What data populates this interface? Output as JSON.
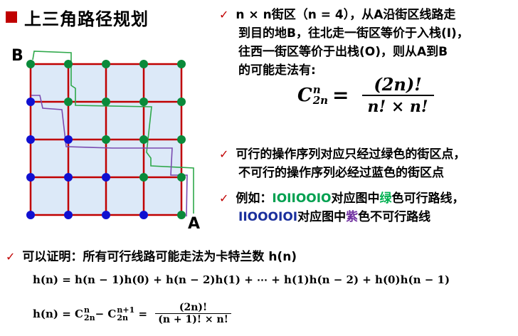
{
  "header": {
    "title": "上三角路径规划"
  },
  "diagram": {
    "label_b": "B",
    "label_a": "A",
    "colors": {
      "grid_fill": "#dce9f8",
      "grid_line": "#c00000",
      "green": "#0a8a3a",
      "blue": "#1010d0",
      "green_path": "#2ea84a",
      "purple_path": "#7a4ab0"
    }
  },
  "text": {
    "b1_l1": "n × n街区（n = 4），从A沿街区线路走",
    "b1_l2": "到目的地B，往北走一街区等价于入栈(I)，",
    "b1_l3": "往西一街区等价于出栈(O)，则从A到B",
    "b1_l4": "的可能走法有:",
    "b2_l1": "可行的操作序列对应只经过绿色的街区点，",
    "b2_l2": "不可行的操作序列必经过蓝色的街区点",
    "b3_prefix": "例如：",
    "b3_seq1": "IOIIOOIO",
    "b3_mid1": "对应图中",
    "b3_green_word": "绿",
    "b3_rest1": "色可行路线，",
    "b3_seq2": "IIOOOIOI",
    "b3_mid2": "对应图中",
    "b3_purple_word": "紫",
    "b3_rest2": "色不可行路线",
    "b4": "可以证明：所有可行线路可能走法为卡特兰数 h(n)"
  },
  "formula_catalan": {
    "C": "C",
    "sup": "n",
    "sub": "2n",
    "eq": "=",
    "num": "(2n)!",
    "den": "n! × n!"
  },
  "recurrence": {
    "text": "h(n) = h(n − 1)h(0) + h(n − 2)h(1) + ⋯ + h(1)h(n − 2) + h(0)h(n − 1)"
  },
  "closed_form": {
    "lhs": "h(n) = C",
    "sup1": "n",
    "sub1": "2n",
    "minus": " − C",
    "sup2": "n+1",
    "sub2": "2n",
    "eq": " = ",
    "num": "(2n)!",
    "den": "(n + 1)! × n!"
  }
}
